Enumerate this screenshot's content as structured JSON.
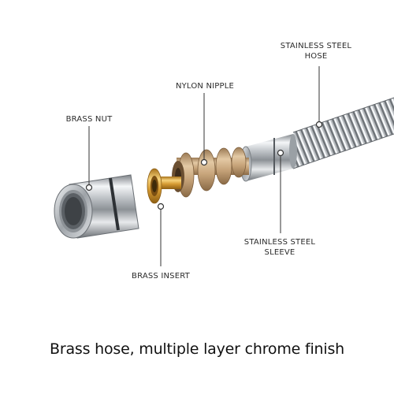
{
  "labels": {
    "brass_nut": "BRASS NUT",
    "nylon_nipple": "NYLON NIPPLE",
    "stainless_steel_hose": "STAINLESS STEEL\nHOSE",
    "stainless_steel_sleeve": "STAINLESS STEEL\nSLEEVE",
    "brass_insert": "BRASS INSERT"
  },
  "caption": "Brass hose, multiple layer chrome finish",
  "colors": {
    "background": "#ffffff",
    "label_text": "#2b2b2b",
    "caption_text": "#111111",
    "callout_line": "#333333",
    "chrome": "#c9ccd0",
    "brass": "#d9a441",
    "nylon": "#c9a77c"
  }
}
